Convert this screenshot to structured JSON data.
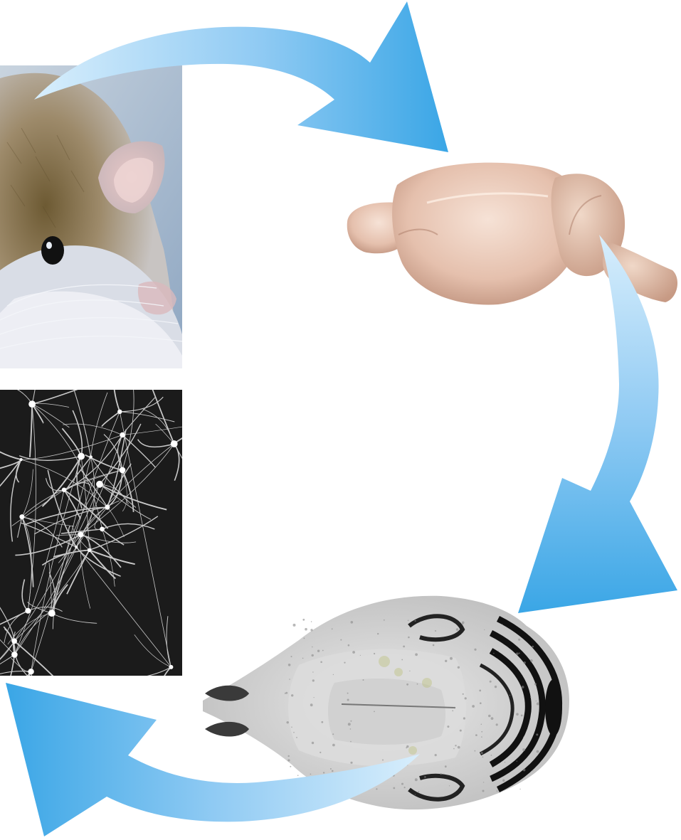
{
  "figure": {
    "panels": [
      {
        "id": "mouse",
        "subject": "mouse-photo"
      },
      {
        "id": "whole-brain",
        "subject": "mouse-whole-brain"
      },
      {
        "id": "brain-section",
        "subject": "stained-horizontal-brain-section"
      },
      {
        "id": "neurons",
        "subject": "neuron-network-micrograph"
      }
    ],
    "arrows": [
      {
        "from": "mouse",
        "to": "whole-brain"
      },
      {
        "from": "whole-brain",
        "to": "brain-section"
      },
      {
        "from": "brain-section",
        "to": "neurons"
      }
    ],
    "colors": {
      "arrow_light": "#cfe9fb",
      "arrow_dark": "#3aa6e6",
      "brain_tissue": "#e7c2ae",
      "mouse_bg": "#b8c9da",
      "neuron_bg": "#1a1a1a",
      "section_stain": "#8f8f8f"
    }
  }
}
